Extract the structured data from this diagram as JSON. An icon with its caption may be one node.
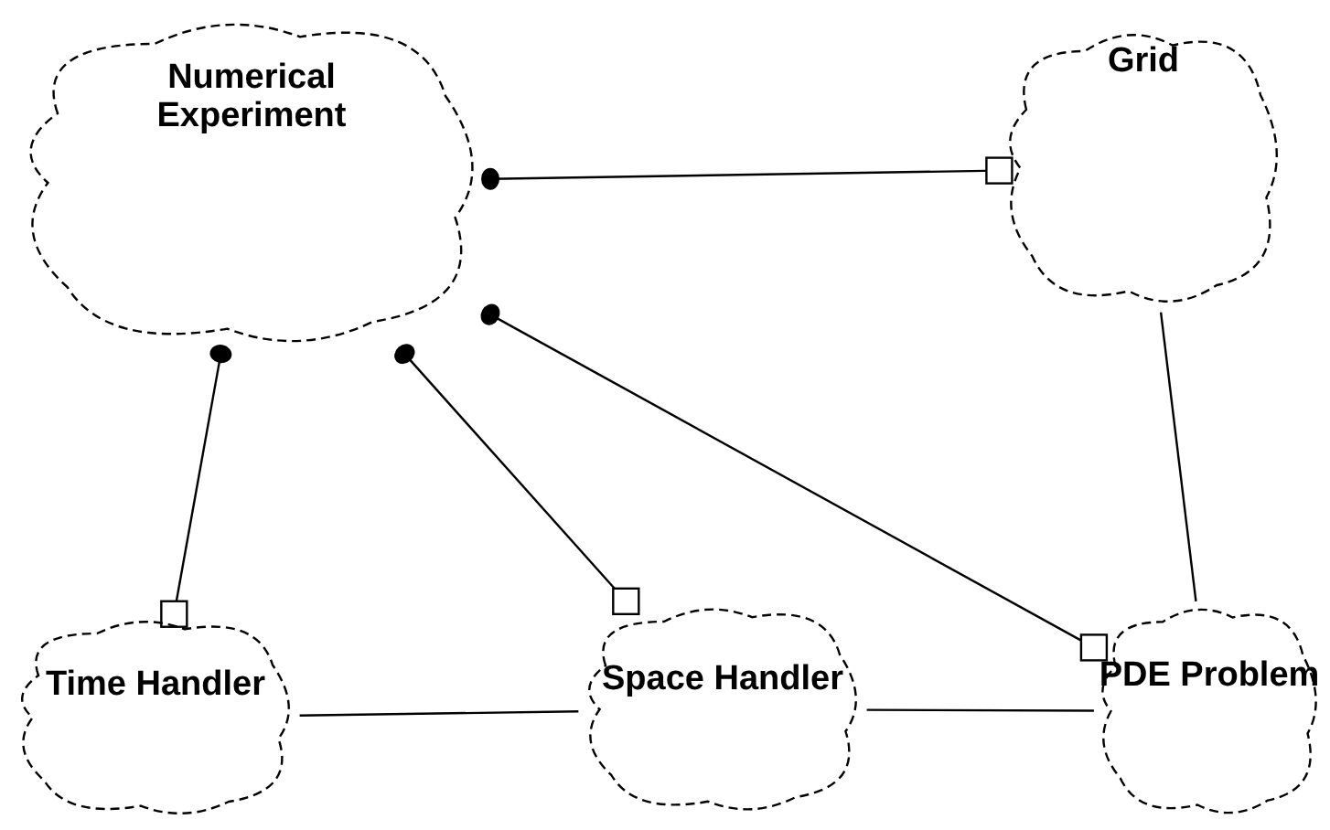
{
  "diagram": {
    "nodes": [
      {
        "text": [
          "Numerical Experiment"
        ]
      },
      {
        "text": [
          "Grid"
        ]
      },
      {
        "text": [
          "Time Handler"
        ]
      },
      {
        "text": [
          "Space Handler"
        ]
      },
      {
        "text": [
          "PDE Problem"
        ]
      }
    ],
    "edges": [
      {
        "from": 0,
        "to": 1,
        "arrow": "other"
      },
      {
        "from": 0,
        "to": 2,
        "arrow": "other"
      },
      {
        "from": 0,
        "to": 3,
        "arrow": "other"
      },
      {
        "from": 0,
        "to": 4,
        "arrow": "other"
      },
      {
        "from": 1,
        "to": 4,
        "arrow": "none"
      },
      {
        "from": 2,
        "to": 3,
        "arrow": "none"
      },
      {
        "from": 3,
        "to": 4,
        "arrow": "none"
      }
    ]
  }
}
